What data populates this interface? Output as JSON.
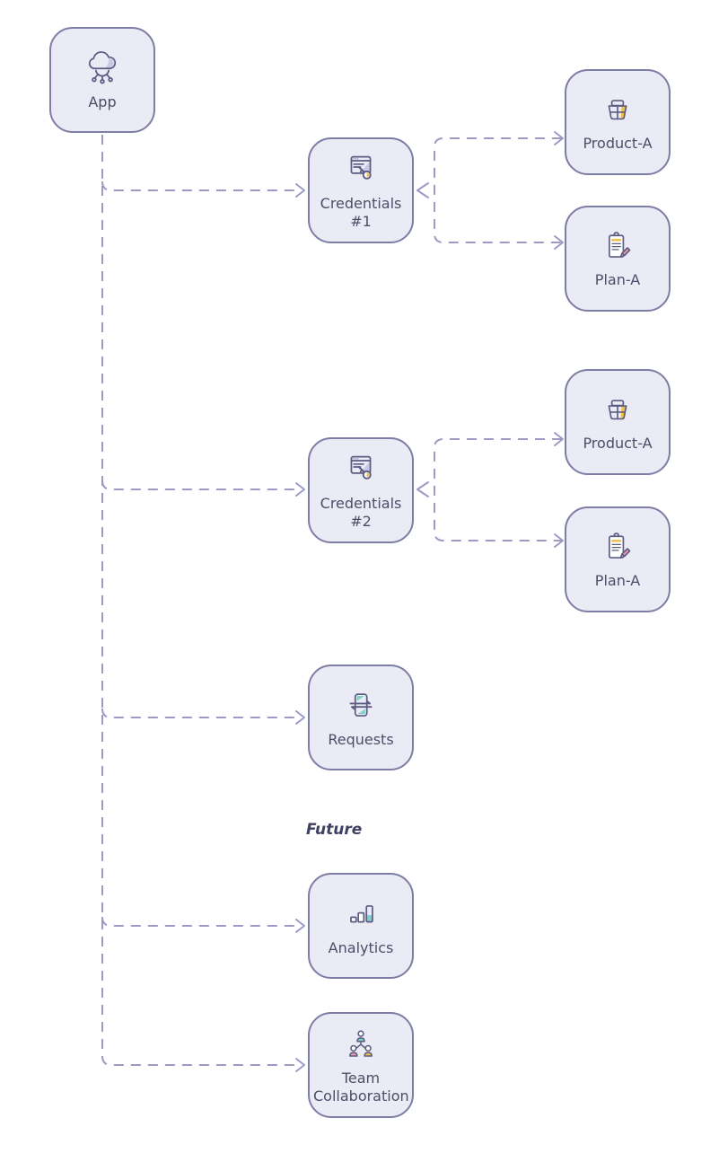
{
  "diagram": {
    "future_label": "Future",
    "nodes": {
      "app": {
        "label": "App",
        "icon": "cloud-app-icon"
      },
      "credentials1": {
        "label": "Credentials #1",
        "icon": "browser-key-icon"
      },
      "product_a1": {
        "label": "Product-A",
        "icon": "basket-icon"
      },
      "plan_a1": {
        "label": "Plan-A",
        "icon": "clipboard-pencil-icon"
      },
      "credentials2": {
        "label": "Credentials #2",
        "icon": "browser-key-icon"
      },
      "product_a2": {
        "label": "Product-A",
        "icon": "basket-icon"
      },
      "plan_a2": {
        "label": "Plan-A",
        "icon": "clipboard-pencil-icon"
      },
      "requests": {
        "label": "Requests",
        "icon": "sync-cards-icon"
      },
      "analytics": {
        "label": "Analytics",
        "icon": "bar-chart-icon"
      },
      "team_collaboration": {
        "label": "Team Collaboration",
        "icon": "team-hierarchy-icon"
      }
    },
    "edges": [
      {
        "from": "app",
        "to": "credentials1"
      },
      {
        "from": "app",
        "to": "credentials2"
      },
      {
        "from": "app",
        "to": "requests"
      },
      {
        "from": "app",
        "to": "analytics"
      },
      {
        "from": "app",
        "to": "team_collaboration"
      },
      {
        "from": "credentials1",
        "to": "product_a1"
      },
      {
        "from": "credentials1",
        "to": "plan_a1"
      },
      {
        "from": "credentials2",
        "to": "product_a2"
      },
      {
        "from": "credentials2",
        "to": "plan_a2"
      }
    ],
    "colors": {
      "node_fill": "#ebebf5",
      "node_border": "#7d7da6",
      "connector": "#9b9bc6",
      "text": "#4d4d68",
      "icon_stroke": "#5c5c82",
      "accent_yellow": "#eec043",
      "accent_teal": "#7fd4c1",
      "accent_pink": "#ef98a5",
      "accent_light_purple": "#c9c9e6"
    }
  }
}
